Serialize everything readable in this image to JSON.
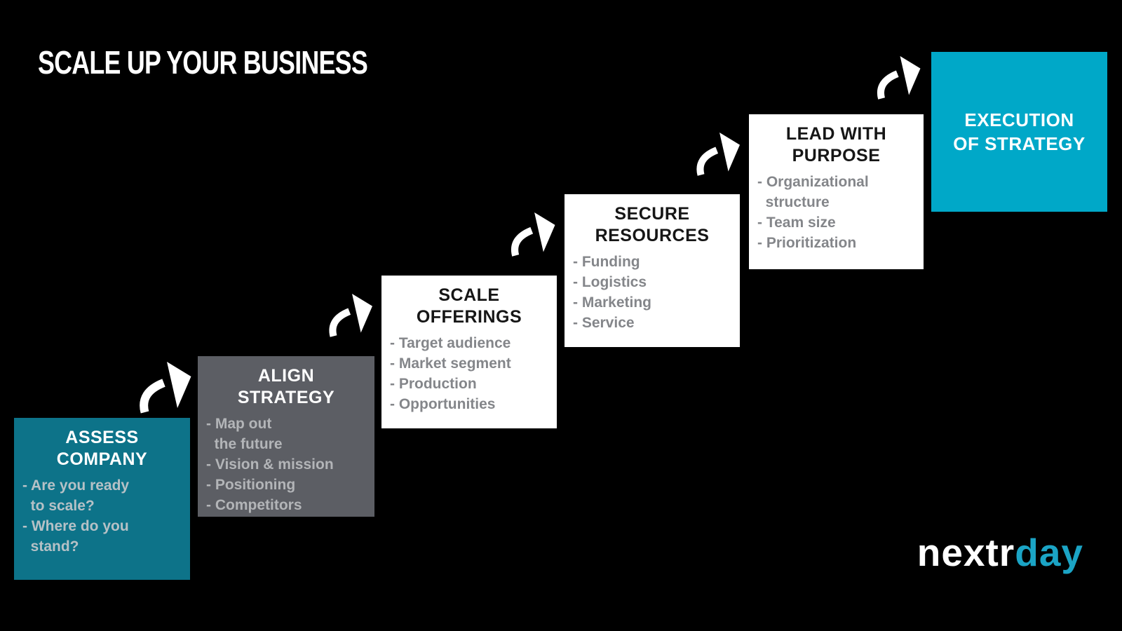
{
  "title": "SCALE UP YOUR BUSINESS",
  "brand": {
    "white_part": "nextr",
    "accent_part": "day"
  },
  "colors": {
    "background": "#000000",
    "step_assess_bg": "#0d7389",
    "step_align_bg": "#5c5e64",
    "step_white_bg": "#ffffff",
    "step_execution_bg": "#00a8c8",
    "heading_light": "#ffffff",
    "heading_dark": "#161616",
    "bullet_on_teal": "#b6c1c6",
    "bullet_on_gray": "#b3b5b8",
    "bullet_on_white": "#84868a",
    "brand_accent": "#1ba4c5",
    "arrow": "#ffffff"
  },
  "icons": {
    "step_arrow": "curved-up-right-arrow"
  },
  "steps": [
    {
      "title_lines": [
        "ASSESS",
        "COMPANY"
      ],
      "lines": [
        "- Are you ready",
        "  to scale?",
        "- Where do you",
        "  stand?"
      ]
    },
    {
      "title_lines": [
        "ALIGN",
        "STRATEGY"
      ],
      "lines": [
        "- Map out",
        "  the future",
        "- Vision & mission",
        "- Positioning",
        "- Competitors"
      ]
    },
    {
      "title_lines": [
        "SCALE",
        "OFFERINGS"
      ],
      "lines": [
        "- Target audience",
        "- Market segment",
        "- Production",
        "- Opportunities"
      ]
    },
    {
      "title_lines": [
        "SECURE",
        "RESOURCES"
      ],
      "lines": [
        "- Funding",
        "- Logistics",
        "- Marketing",
        "- Service"
      ]
    },
    {
      "title_lines": [
        "LEAD WITH",
        "PURPOSE"
      ],
      "lines": [
        "- Organizational",
        "  structure",
        "- Team size",
        "- Prioritization"
      ]
    },
    {
      "title_lines": [
        "EXECUTION",
        "OF STRATEGY"
      ],
      "lines": []
    }
  ]
}
